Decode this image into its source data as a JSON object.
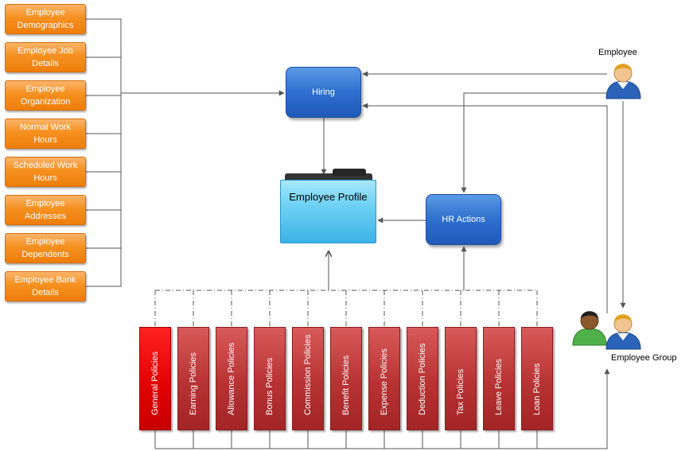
{
  "inputs": [
    "Employee Demographics",
    "Employee Job Details",
    "Employee Organization",
    "Normal Work Hours",
    "Scheduled Work Hours",
    "Employee Addresses",
    "Employee Dependents",
    "Employee Bank Details"
  ],
  "hiring_label": "Hiring",
  "hr_actions_label": "HR Actions",
  "profile_label": "Employee Profile",
  "employee_label": "Employee",
  "employee_group_label": "Employee Group",
  "policies": [
    "General Policies",
    "Earning Policies",
    "Allowance Policies",
    "Bonus Policies",
    "Commission Policies",
    "Benefit Policies",
    "Expense Policies",
    "Deduction Policies",
    "Tax Policies",
    "Leave Policies",
    "Loan Policies"
  ],
  "colors": {
    "input_box": "#f5901f",
    "process_box": "#2e6fcf",
    "policy_bar": "#b73233",
    "policy_bar_highlight": "#e00000",
    "folder": "#6fd1f3",
    "connector": "#555555"
  },
  "icons": {
    "employee": "person-icon",
    "employee_group": "people-group-icon",
    "profile": "folder-icon"
  }
}
